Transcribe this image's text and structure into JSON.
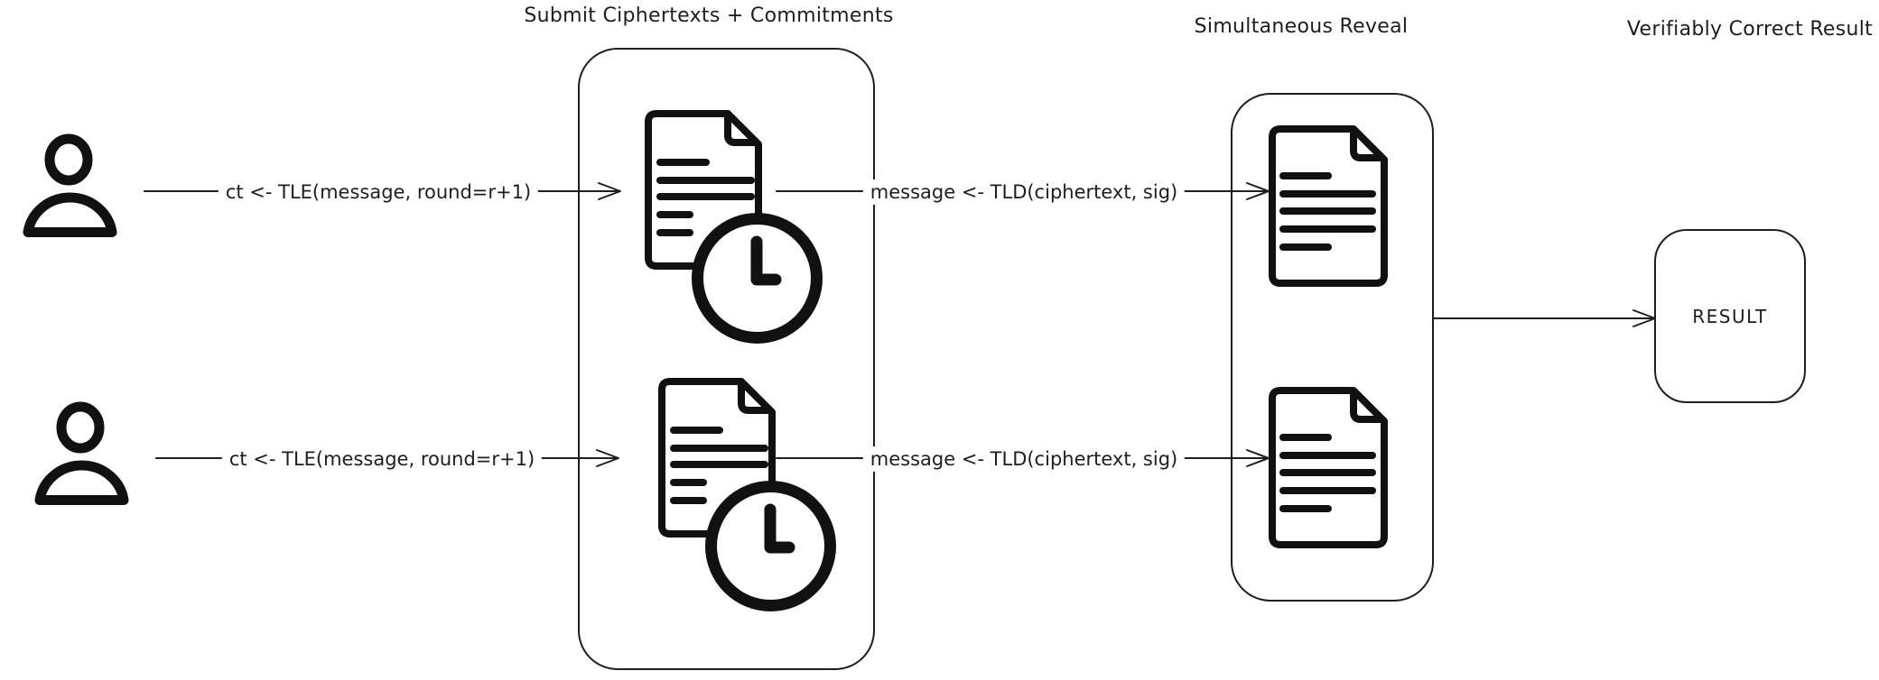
{
  "canvas": {
    "background": "#ffffff",
    "ink": "#1e1e1e",
    "icon_ink": "#111111"
  },
  "headings": {
    "submit_stage": "Submit Ciphertexts + Commitments",
    "reveal_stage": "Simultaneous Reveal",
    "result_stage": "Verifiably Correct Result"
  },
  "arrow_labels": {
    "tle_top": "ct <- TLE(message, round=r+1)",
    "tle_bottom": "ct <- TLE(message, round=r+1)",
    "tld_top": "message <- TLD(ciphertext, sig)",
    "tld_bottom": "message <- TLD(ciphertext, sig)"
  },
  "result_box": {
    "label": "RESULT"
  },
  "icons": {
    "participant_top": "user-icon",
    "participant_bottom": "user-icon",
    "submit_doc_top": "document-clock-icon",
    "submit_doc_bottom": "document-clock-icon",
    "reveal_doc_top": "document-icon",
    "reveal_doc_bottom": "document-icon"
  }
}
